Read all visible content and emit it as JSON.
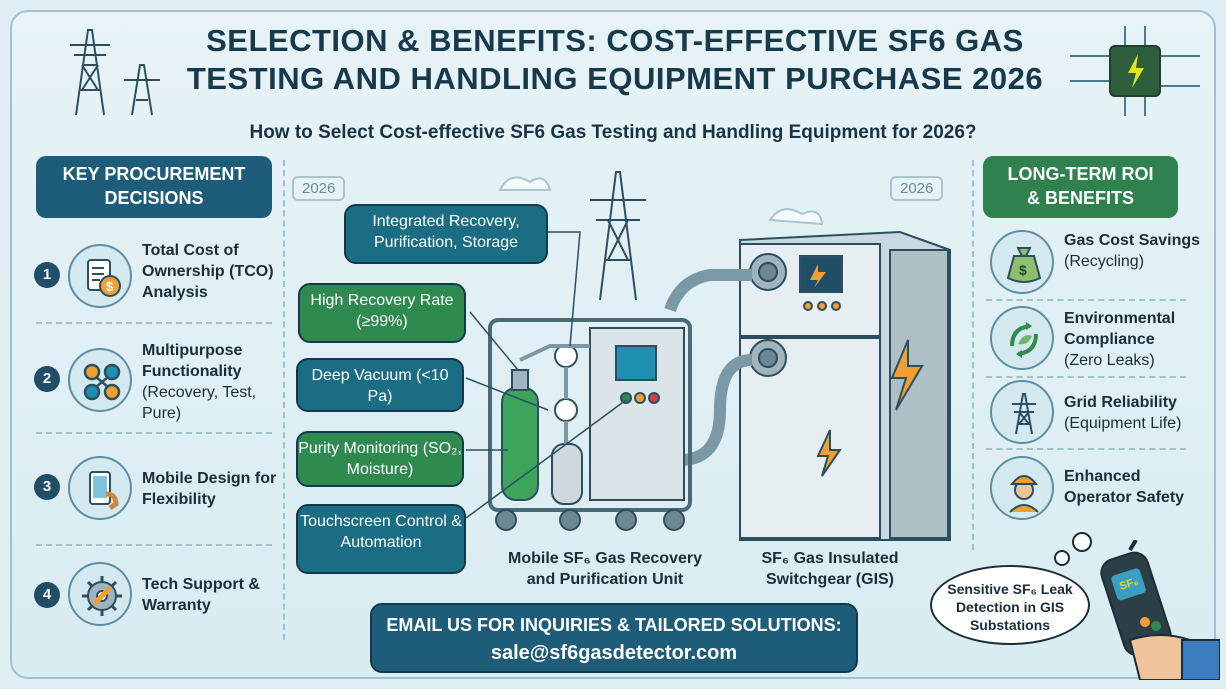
{
  "header": {
    "title_line1": "SELECTION & BENEFITS: COST-EFFECTIVE SF6 GAS",
    "title_line2": "TESTING AND HANDLING EQUIPMENT PURCHASE 2026",
    "subtitle": "How to Select Cost-effective SF6 Gas Testing and Handling Equipment for 2026?",
    "year_badge_left": "2026",
    "year_badge_right": "2026"
  },
  "left_panel": {
    "heading_line1": "KEY PROCUREMENT",
    "heading_line2": "DECISIONS",
    "items": [
      {
        "number": "1",
        "title": "Total Cost of Ownership (TCO) Analysis",
        "detail": "",
        "icon": "clipboard-dollar-icon"
      },
      {
        "number": "2",
        "title": "Multipurpose Functionality",
        "detail": "(Recovery, Test, Pure)",
        "icon": "cycle-arrows-icon"
      },
      {
        "number": "3",
        "title": "Mobile Design for Flexibility",
        "detail": "",
        "icon": "tablet-hand-icon"
      },
      {
        "number": "4",
        "title": "Tech Support & Warranty",
        "detail": "",
        "icon": "gear-wrench-icon"
      }
    ]
  },
  "right_panel": {
    "heading_line1": "LONG-TERM ROI",
    "heading_line2": "& BENEFITS",
    "items": [
      {
        "title": "Gas Cost Savings",
        "detail": "(Recycling)",
        "icon": "money-bag-icon"
      },
      {
        "title": "Environmental Compliance",
        "detail": "(Zero Leaks)",
        "icon": "recycle-leaf-icon"
      },
      {
        "title": "Grid Reliability",
        "detail": "(Equipment Life)",
        "icon": "transmission-tower-icon"
      },
      {
        "title": "Enhanced Operator Safety",
        "detail": "",
        "icon": "worker-helmet-icon"
      }
    ]
  },
  "center": {
    "callouts": [
      {
        "text": "Integrated Recovery, Purification, Storage",
        "style": "teal"
      },
      {
        "text": "High Recovery Rate (≥99%)",
        "style": "green"
      },
      {
        "text": "Deep Vacuum (<10 Pa)",
        "style": "teal"
      },
      {
        "text": "Purity Monitoring (SO₂, Moisture)",
        "style": "green"
      },
      {
        "text": "Touchscreen Control & Automation",
        "style": "teal"
      }
    ],
    "caption_unit": "Mobile SF₆ Gas Recovery and Purification Unit",
    "caption_gis": "SF₆ Gas Insulated Switchgear (GIS)"
  },
  "footer": {
    "email_label": "EMAIL US FOR INQUIRIES & TAILORED SOLUTIONS:",
    "email_address": "sale@sf6gasdetector.com",
    "bubble_text": "Sensitive SF₆ Leak Detection in GIS Substations",
    "detector_label": "SF₆"
  },
  "colors": {
    "primary_blue": "#1e5d79",
    "primary_green": "#2f8150",
    "background": "#dfeef3",
    "accent_orange": "#f0a030"
  }
}
